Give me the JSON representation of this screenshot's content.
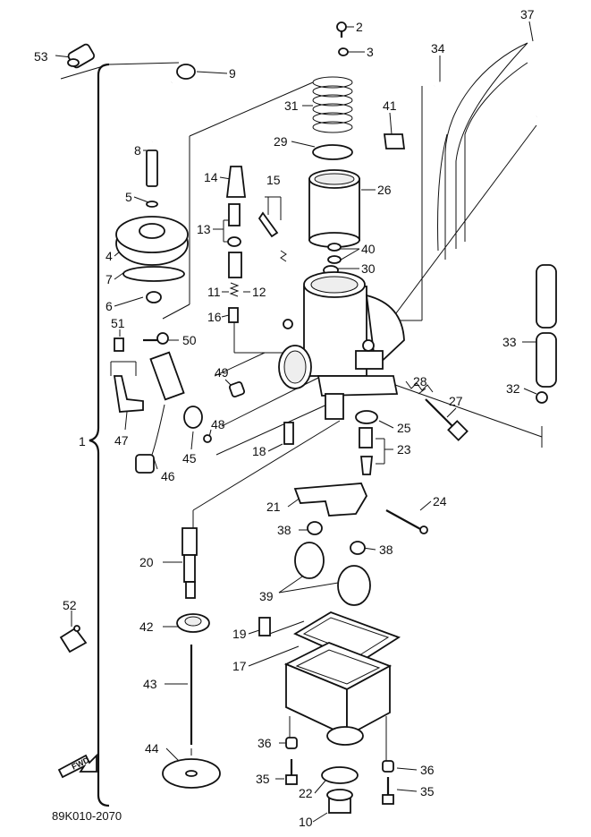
{
  "diagram": {
    "drawing_code": "89K010-2070",
    "fwd_label": "FWD",
    "callouts": [
      {
        "id": "1",
        "label": "1"
      },
      {
        "id": "2",
        "label": "2"
      },
      {
        "id": "3",
        "label": "3"
      },
      {
        "id": "4",
        "label": "4"
      },
      {
        "id": "5",
        "label": "5"
      },
      {
        "id": "6",
        "label": "6"
      },
      {
        "id": "7",
        "label": "7"
      },
      {
        "id": "8",
        "label": "8"
      },
      {
        "id": "9",
        "label": "9"
      },
      {
        "id": "10",
        "label": "10"
      },
      {
        "id": "11",
        "label": "11"
      },
      {
        "id": "12",
        "label": "12"
      },
      {
        "id": "13",
        "label": "13"
      },
      {
        "id": "14",
        "label": "14"
      },
      {
        "id": "15",
        "label": "15"
      },
      {
        "id": "16",
        "label": "16"
      },
      {
        "id": "17",
        "label": "17"
      },
      {
        "id": "18",
        "label": "18"
      },
      {
        "id": "19",
        "label": "19"
      },
      {
        "id": "20",
        "label": "20"
      },
      {
        "id": "21",
        "label": "21"
      },
      {
        "id": "22",
        "label": "22"
      },
      {
        "id": "23",
        "label": "23"
      },
      {
        "id": "24",
        "label": "24"
      },
      {
        "id": "25",
        "label": "25"
      },
      {
        "id": "26",
        "label": "26"
      },
      {
        "id": "27",
        "label": "27"
      },
      {
        "id": "28",
        "label": "28"
      },
      {
        "id": "29",
        "label": "29"
      },
      {
        "id": "30",
        "label": "30"
      },
      {
        "id": "31",
        "label": "31"
      },
      {
        "id": "32",
        "label": "32"
      },
      {
        "id": "33",
        "label": "33"
      },
      {
        "id": "34",
        "label": "34"
      },
      {
        "id": "35a",
        "label": "35"
      },
      {
        "id": "35b",
        "label": "35"
      },
      {
        "id": "36a",
        "label": "36"
      },
      {
        "id": "36b",
        "label": "36"
      },
      {
        "id": "37",
        "label": "37"
      },
      {
        "id": "38a",
        "label": "38"
      },
      {
        "id": "38b",
        "label": "38"
      },
      {
        "id": "39",
        "label": "39"
      },
      {
        "id": "40",
        "label": "40"
      },
      {
        "id": "41",
        "label": "41"
      },
      {
        "id": "42",
        "label": "42"
      },
      {
        "id": "43",
        "label": "43"
      },
      {
        "id": "44",
        "label": "44"
      },
      {
        "id": "45",
        "label": "45"
      },
      {
        "id": "46",
        "label": "46"
      },
      {
        "id": "47",
        "label": "47"
      },
      {
        "id": "48",
        "label": "48"
      },
      {
        "id": "49",
        "label": "49"
      },
      {
        "id": "50",
        "label": "50"
      },
      {
        "id": "51",
        "label": "51"
      },
      {
        "id": "52",
        "label": "52"
      },
      {
        "id": "53",
        "label": "53"
      }
    ]
  }
}
